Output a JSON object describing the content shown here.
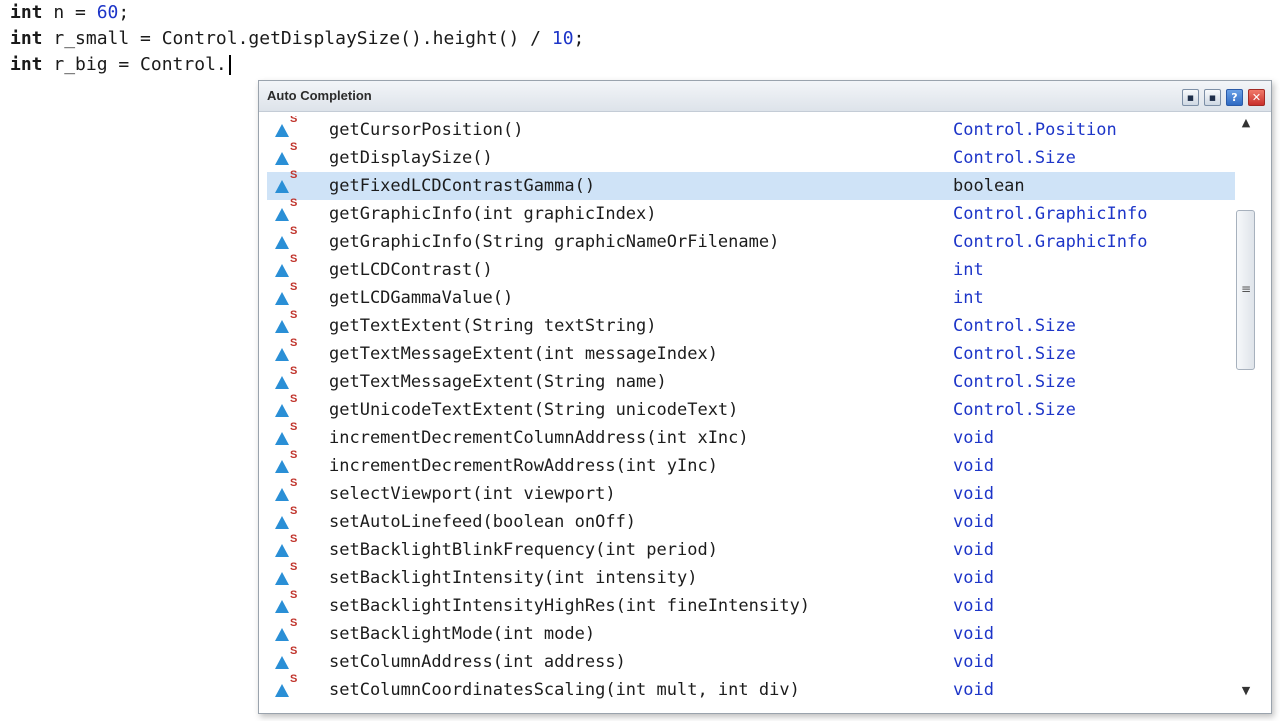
{
  "code": {
    "line1": {
      "kw": "int",
      "rest": " n = ",
      "num": "60",
      "end": ";"
    },
    "line2": {
      "kw": "int",
      "rest": " r_small = Control.getDisplaySize().height() / ",
      "num": "10",
      "end": ";"
    },
    "line3": {
      "kw": "int",
      "rest": " r_big = Control."
    }
  },
  "popup": {
    "title": "Auto Completion",
    "buttons": {
      "minimize": "▪",
      "restore": "▪",
      "help": "?",
      "close": "✕"
    }
  },
  "completions": [
    {
      "signature": "getCursorPosition()",
      "type": "Control.Position"
    },
    {
      "signature": "getDisplaySize()",
      "type": "Control.Size"
    },
    {
      "signature": "getFixedLCDContrastGamma()",
      "type": "boolean",
      "selected": true
    },
    {
      "signature": "getGraphicInfo(int graphicIndex)",
      "type": "Control.GraphicInfo"
    },
    {
      "signature": "getGraphicInfo(String graphicNameOrFilename)",
      "type": "Control.GraphicInfo"
    },
    {
      "signature": "getLCDContrast()",
      "type": "int"
    },
    {
      "signature": "getLCDGammaValue()",
      "type": "int"
    },
    {
      "signature": "getTextExtent(String textString)",
      "type": "Control.Size"
    },
    {
      "signature": "getTextMessageExtent(int messageIndex)",
      "type": "Control.Size"
    },
    {
      "signature": "getTextMessageExtent(String name)",
      "type": "Control.Size"
    },
    {
      "signature": "getUnicodeTextExtent(String unicodeText)",
      "type": "Control.Size"
    },
    {
      "signature": "incrementDecrementColumnAddress(int xInc)",
      "type": "void"
    },
    {
      "signature": "incrementDecrementRowAddress(int yInc)",
      "type": "void"
    },
    {
      "signature": "selectViewport(int viewport)",
      "type": "void"
    },
    {
      "signature": "setAutoLinefeed(boolean onOff)",
      "type": "void"
    },
    {
      "signature": "setBacklightBlinkFrequency(int period)",
      "type": "void"
    },
    {
      "signature": "setBacklightIntensity(int intensity)",
      "type": "void"
    },
    {
      "signature": "setBacklightIntensityHighRes(int fineIntensity)",
      "type": "void"
    },
    {
      "signature": "setBacklightMode(int mode)",
      "type": "void"
    },
    {
      "signature": "setColumnAddress(int address)",
      "type": "void"
    },
    {
      "signature": "setColumnCoordinatesScaling(int mult, int div)",
      "type": "void"
    }
  ],
  "icons": {
    "static_marker": "S",
    "item_icon": "static-method-icon"
  },
  "scrollbar": {
    "up": "▲",
    "down": "▼",
    "grip": "≡"
  },
  "colors": {
    "type_blue": "#1d35c8",
    "selection": "#cfe3f7",
    "number_blue": "#1d35c8",
    "icon_blue": "#2a8fd6",
    "icon_s_red": "#c0342c"
  }
}
